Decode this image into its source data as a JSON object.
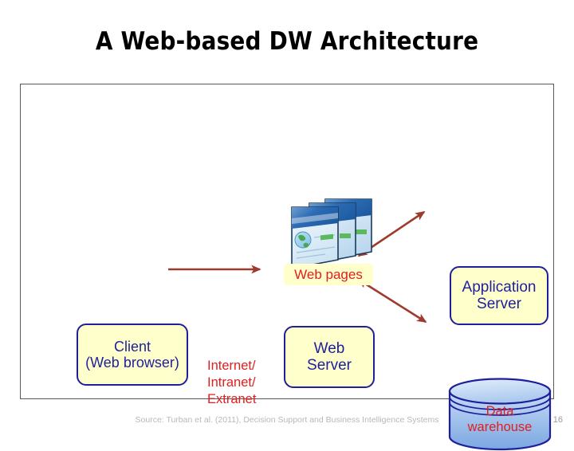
{
  "slide": {
    "title": "A Web-based DW Architecture",
    "source_note": "Source: Turban et al. (2011), Decision Support and Business Intelligence Systems",
    "page_number": "16"
  },
  "diagram": {
    "nodes": {
      "client": {
        "line1": "Client",
        "line2": "(Web browser)"
      },
      "web_server": {
        "line1": "Web",
        "line2": "Server"
      },
      "application_server": {
        "line1": "Application",
        "line2": "Server"
      },
      "data_warehouse": {
        "line1": "Data",
        "line2": "warehouse"
      },
      "web_pages_label": "Web pages"
    },
    "network_label": {
      "line1": "Internet/",
      "line2": "Intranet/",
      "line3": "Extranet"
    },
    "colors": {
      "box_fill": "#ffffcc",
      "box_border": "#1f1f9c",
      "box_text": "#1f1f9c",
      "accent_red": "#e02020",
      "connector": "#9e3a2e",
      "cylinder_top": "#a9c6ef",
      "cylinder_bottom": "#7ea9e4",
      "frame_border": "#595959",
      "footer_text": "#b8b8b8"
    }
  }
}
